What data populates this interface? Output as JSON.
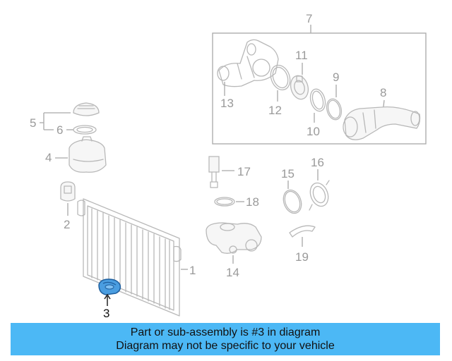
{
  "callouts": {
    "c1": "1",
    "c2": "2",
    "c3": "3",
    "c4": "4",
    "c5": "5",
    "c6": "6",
    "c7": "7",
    "c8": "8",
    "c9": "9",
    "c10": "10",
    "c11": "11",
    "c12": "12",
    "c13": "13",
    "c14": "14",
    "c15": "15",
    "c16": "16",
    "c17": "17",
    "c18": "18",
    "c19": "19"
  },
  "highlight_part": "3",
  "colors": {
    "banner": "#4cb8f5",
    "highlight": "#4a9de0",
    "linework": "#b8b8b8"
  },
  "banner": {
    "line1": "Part or sub-assembly is #3 in diagram",
    "line2": "Diagram may not be specific to your vehicle"
  }
}
